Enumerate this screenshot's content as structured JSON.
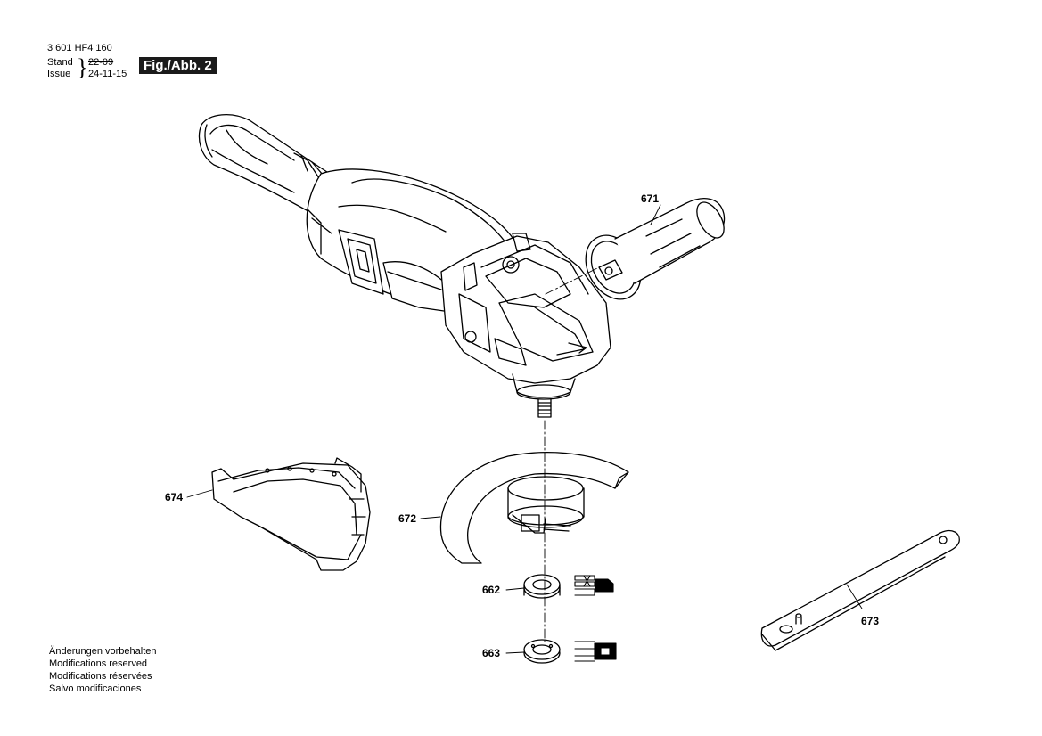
{
  "header": {
    "part_number": "3 601 HF4 160",
    "stand_label": "Stand",
    "issue_label": "Issue",
    "old_date": "22-09",
    "new_date": "24-11-15",
    "figure_label": "Fig./Abb. 2"
  },
  "notes": [
    "Änderungen vorbehalten",
    "Modifications reserved",
    "Modifications réservées",
    "Salvo modificaciones"
  ],
  "parts": {
    "p671": "671",
    "p672": "672",
    "p673": "673",
    "p674": "674",
    "p662": "662",
    "p663": "663"
  }
}
